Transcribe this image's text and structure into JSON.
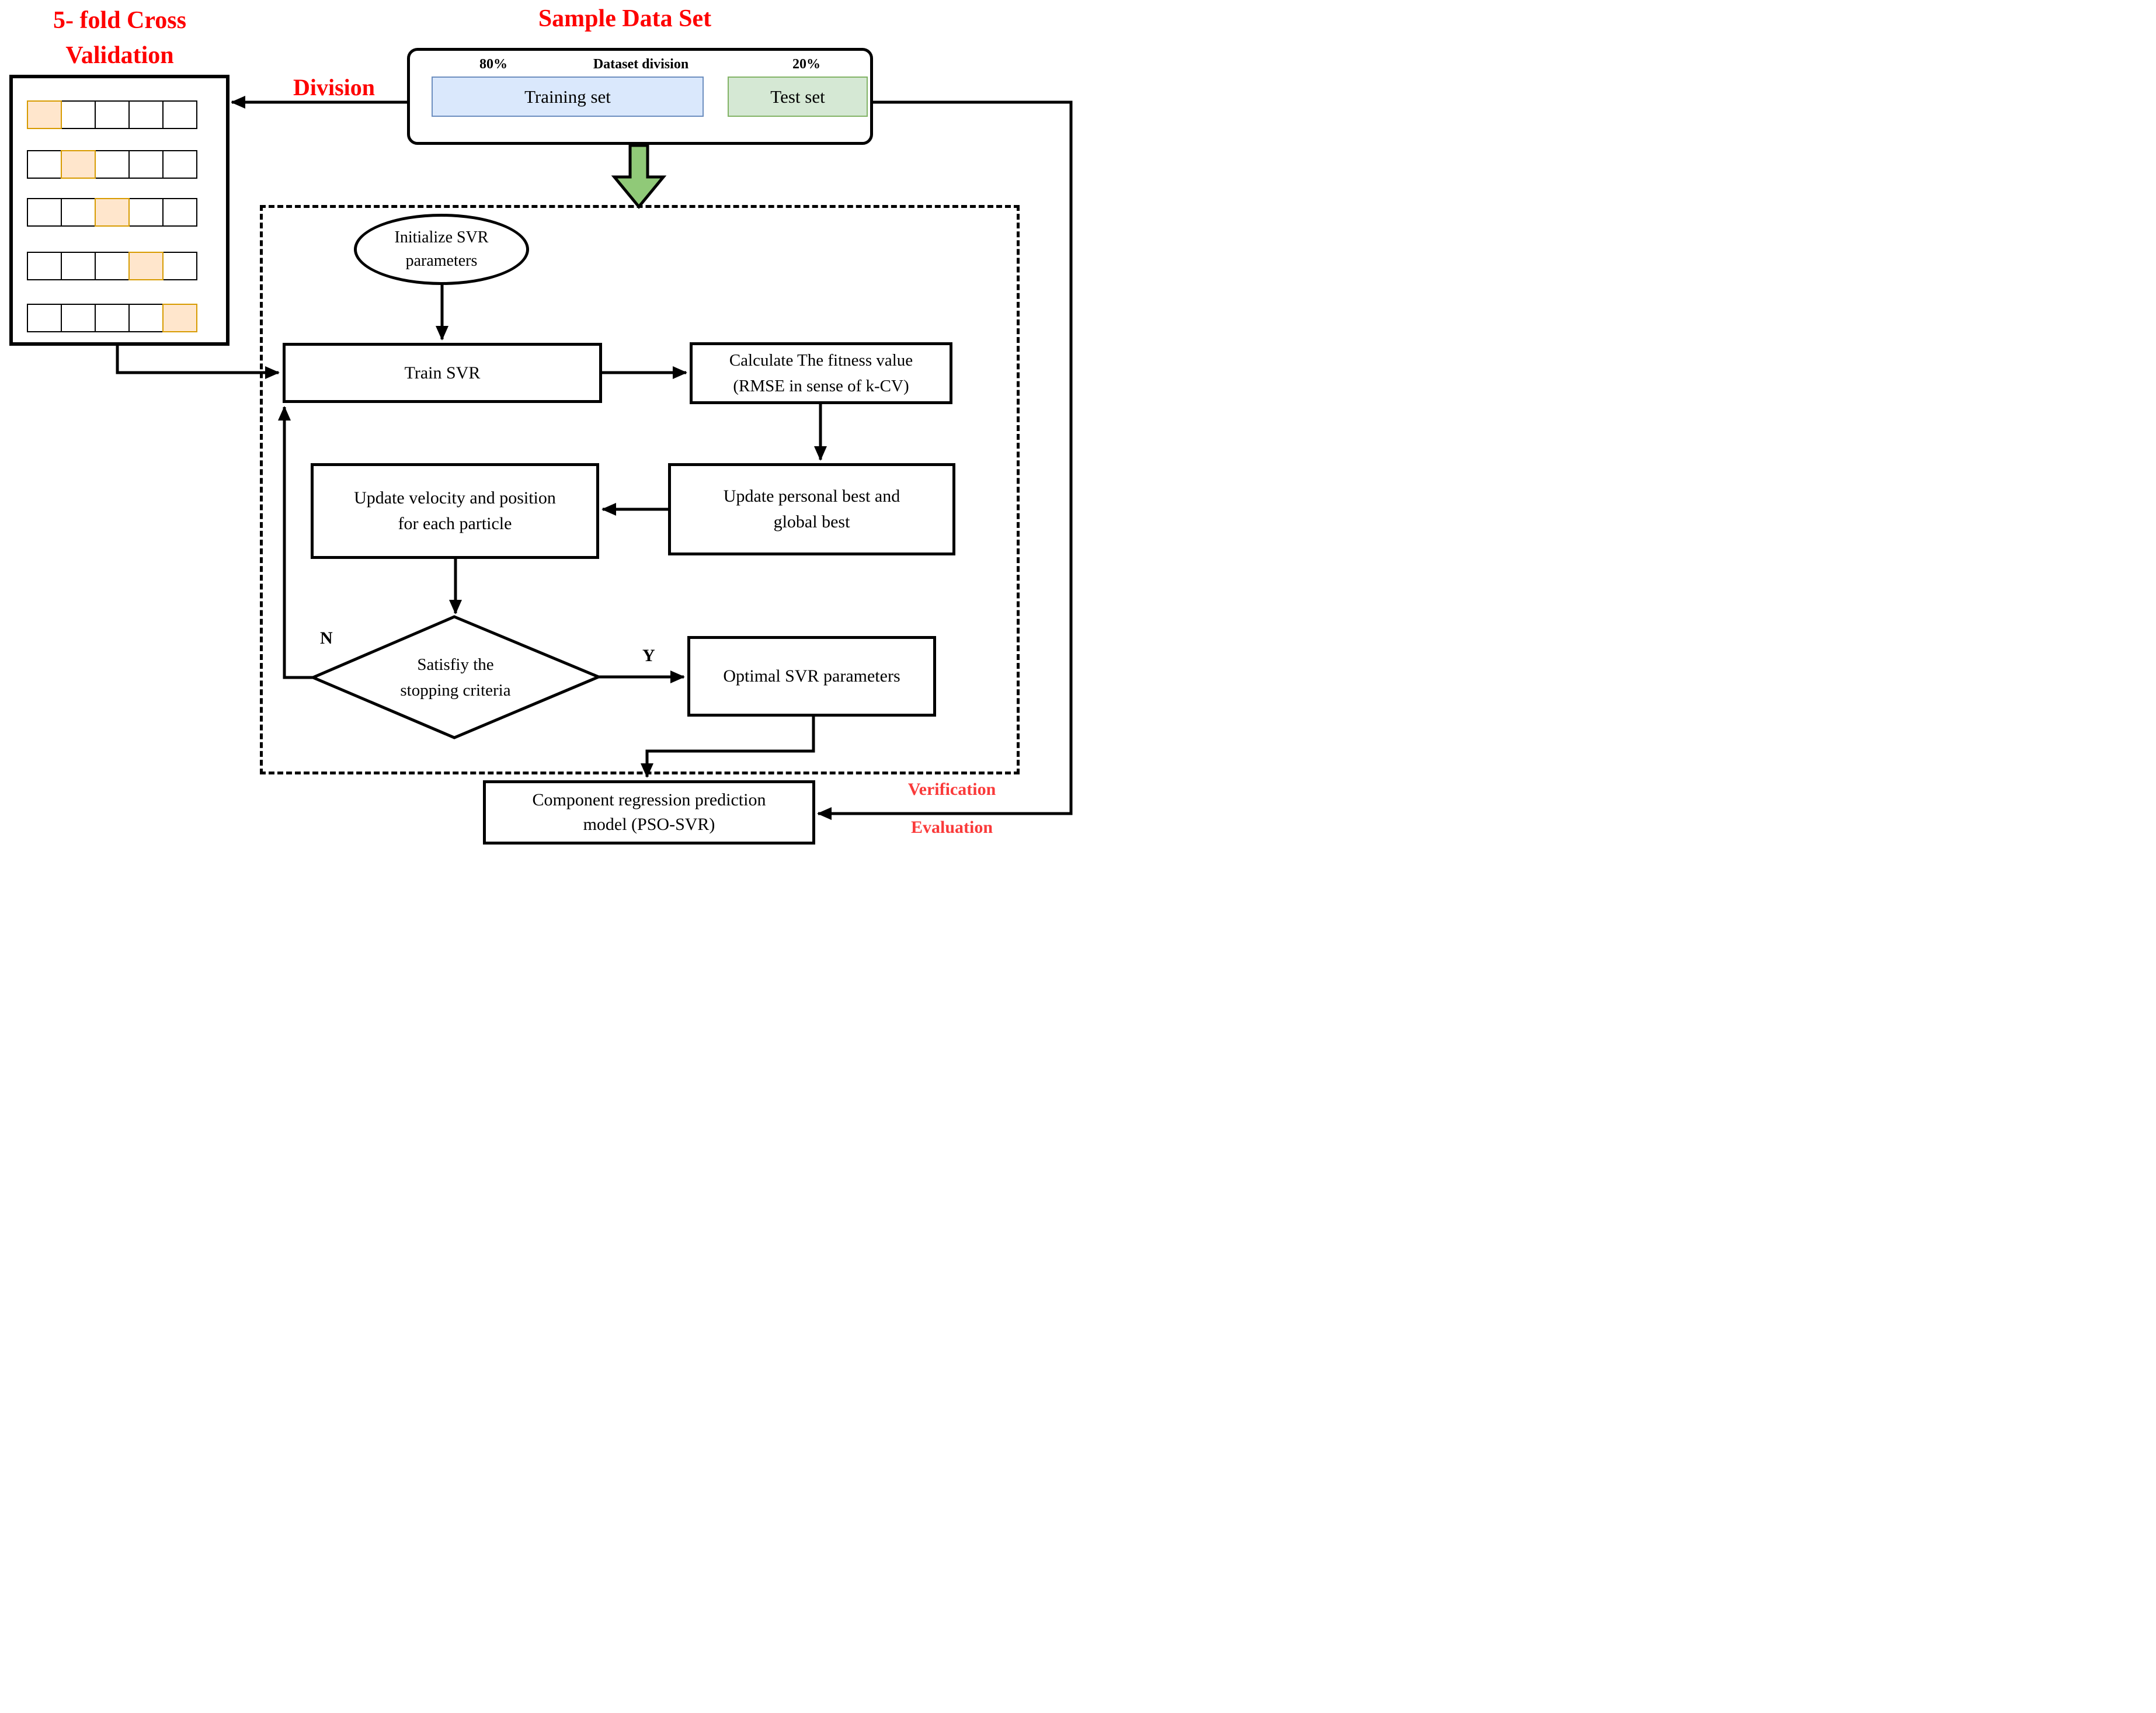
{
  "labels": {
    "cv_title_line1": "5- fold Cross",
    "cv_title_line2": "Validation",
    "sample_title": "Sample Data Set",
    "division": "Division",
    "verification": "Verification",
    "evaluation": "Evaluation",
    "no": "N",
    "yes": "Y"
  },
  "sample_box": {
    "train_pct": "80%",
    "division_label": "Dataset division",
    "test_pct": "20%",
    "training_set": "Training set",
    "test_set": "Test set"
  },
  "nodes": {
    "initialize": {
      "line1": "Initialize SVR",
      "line2": "parameters"
    },
    "train_svr": "Train SVR",
    "fitness": {
      "line1": "Calculate The fitness value",
      "line2": "(RMSE in sense of k-CV)"
    },
    "update_best": {
      "line1": "Update personal best and",
      "line2": "global best"
    },
    "update_velocity": {
      "line1": "Update velocity and position",
      "line2": "for each particle"
    },
    "stopping": {
      "line1": "Satisfiy the",
      "line2": "stopping criteria"
    },
    "optimal": "Optimal SVR parameters",
    "component": {
      "line1": "Component regression prediction",
      "line2": "model (PSO-SVR)"
    }
  },
  "cv_grid": {
    "rows": 5,
    "cols": 5,
    "highlighted_col_per_row": [
      0,
      1,
      2,
      3,
      4
    ]
  },
  "colors": {
    "red": "#FE0000",
    "red-soft": "#FA3A3A",
    "training-fill": "#DAE8FC",
    "training-border": "#6C8EBF",
    "test-fill": "#D5E8D4",
    "test-border": "#82B366",
    "cv-highlight-fill": "#FFE6CC",
    "cv-highlight-border": "#D79B00",
    "green-arrow-fill": "#90C978"
  }
}
